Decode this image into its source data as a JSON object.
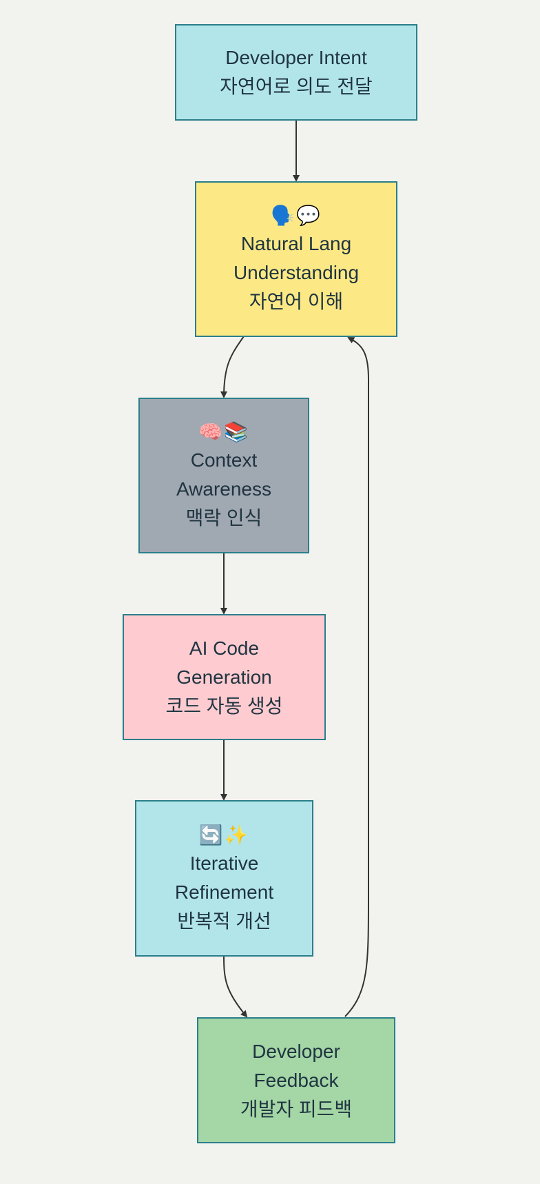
{
  "nodes": {
    "intent": {
      "icon": "",
      "lines": [
        "Developer Intent",
        "자연어로 의도 전달"
      ],
      "fill": "#b2e5ea"
    },
    "nlu": {
      "icon": "🗣️💬",
      "lines": [
        "Natural Lang",
        "Understanding",
        "자연어 이해"
      ],
      "fill": "#fce986"
    },
    "context": {
      "icon": "🧠📚",
      "lines": [
        "Context",
        "Awareness",
        "맥락 인식"
      ],
      "fill": "#a0a8b1"
    },
    "codegen": {
      "icon": "",
      "lines": [
        "AI Code",
        "Generation",
        "코드 자동 생성"
      ],
      "fill": "#fecbd0"
    },
    "refine": {
      "icon": "🔄✨",
      "lines": [
        "Iterative",
        "Refinement",
        "반복적 개선"
      ],
      "fill": "#b2e5ea"
    },
    "feedback": {
      "icon": "",
      "lines": [
        "Developer",
        "Feedback",
        "개발자 피드백"
      ],
      "fill": "#a4d6a6"
    }
  },
  "colors": {
    "background": "#f2f2ee",
    "border": "#2a7f8a",
    "text": "#1f3440",
    "edge": "#333333"
  }
}
